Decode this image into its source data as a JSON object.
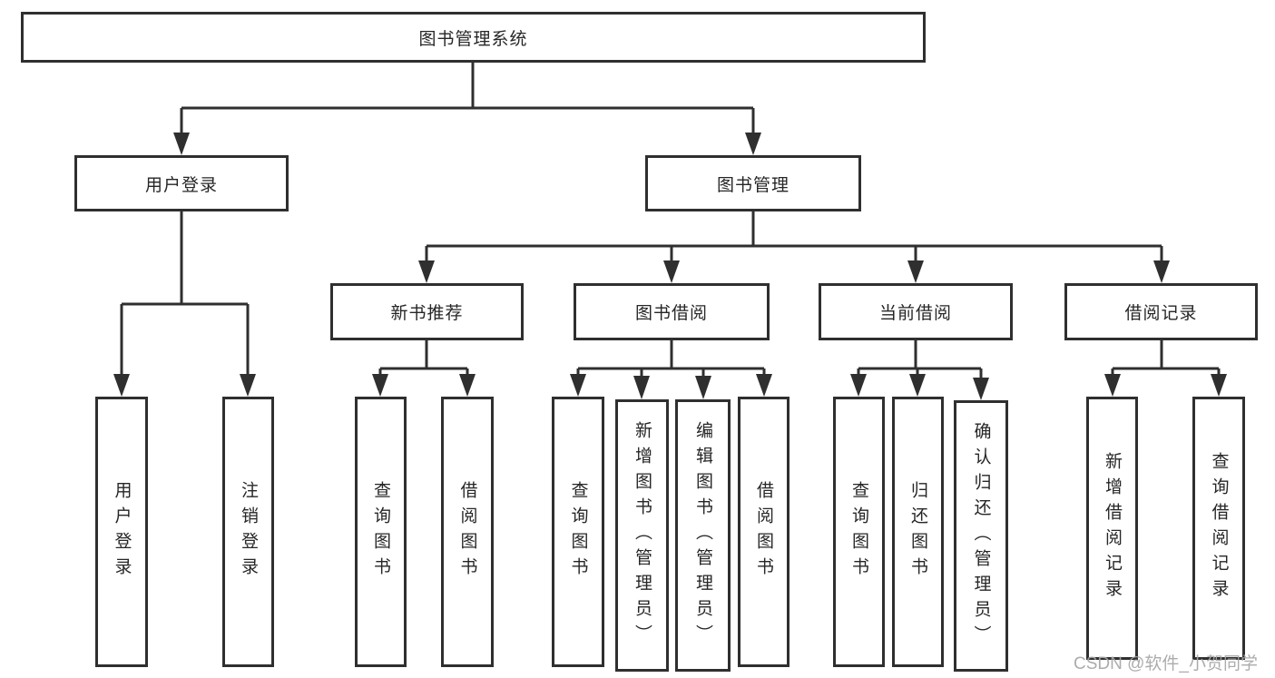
{
  "diagram": {
    "root": {
      "label": "图书管理系统"
    },
    "level2": [
      {
        "label": "用户登录"
      },
      {
        "label": "图书管理"
      }
    ],
    "level3": [
      {
        "label": "新书推荐"
      },
      {
        "label": "图书借阅"
      },
      {
        "label": "当前借阅"
      },
      {
        "label": "借阅记录"
      }
    ],
    "leaves": {
      "user_login": [
        {
          "label": "用户登录"
        },
        {
          "label": "注销登录"
        }
      ],
      "new_book": [
        {
          "label": "查询图书"
        },
        {
          "label": "借阅图书"
        }
      ],
      "book_borrow": [
        {
          "label": "查询图书"
        },
        {
          "label": "新增图书（管理员）"
        },
        {
          "label": "编辑图书（管理员）"
        },
        {
          "label": "借阅图书"
        }
      ],
      "current_borrow": [
        {
          "label": "查询图书"
        },
        {
          "label": "归还图书"
        },
        {
          "label": "确认归还（管理员）"
        }
      ],
      "borrow_record": [
        {
          "label": "新增借阅记录"
        },
        {
          "label": "查询借阅记录"
        }
      ]
    }
  },
  "watermark": {
    "text": "CSDN @软件_小贺同学"
  },
  "colors": {
    "line": "#2f2f2f",
    "box_border": "#2f2f2f",
    "text": "#262626",
    "watermark_text": "#a6a6a6",
    "background": "#ffffff"
  }
}
